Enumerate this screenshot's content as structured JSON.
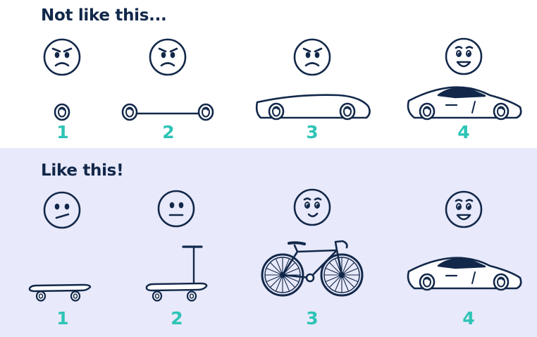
{
  "top": {
    "heading": "Not like this...",
    "steps": [
      {
        "number": "1",
        "mood": "angry",
        "vehicle": "wheel"
      },
      {
        "number": "2",
        "mood": "angry",
        "vehicle": "two wheels with axle"
      },
      {
        "number": "3",
        "mood": "angry",
        "vehicle": "car body"
      },
      {
        "number": "4",
        "mood": "happy",
        "vehicle": "sports car"
      }
    ]
  },
  "bottom": {
    "heading": "Like this!",
    "steps": [
      {
        "number": "1",
        "mood": "meh",
        "vehicle": "skateboard"
      },
      {
        "number": "2",
        "mood": "neutral",
        "vehicle": "scooter"
      },
      {
        "number": "3",
        "mood": "pleased",
        "vehicle": "bicycle"
      },
      {
        "number": "4",
        "mood": "happy",
        "vehicle": "sports car"
      }
    ]
  },
  "colors": {
    "ink": "#12284a",
    "accent": "#2ec4b6",
    "bottom_panel": "#e8e9fa",
    "top_panel": "#ffffff"
  }
}
